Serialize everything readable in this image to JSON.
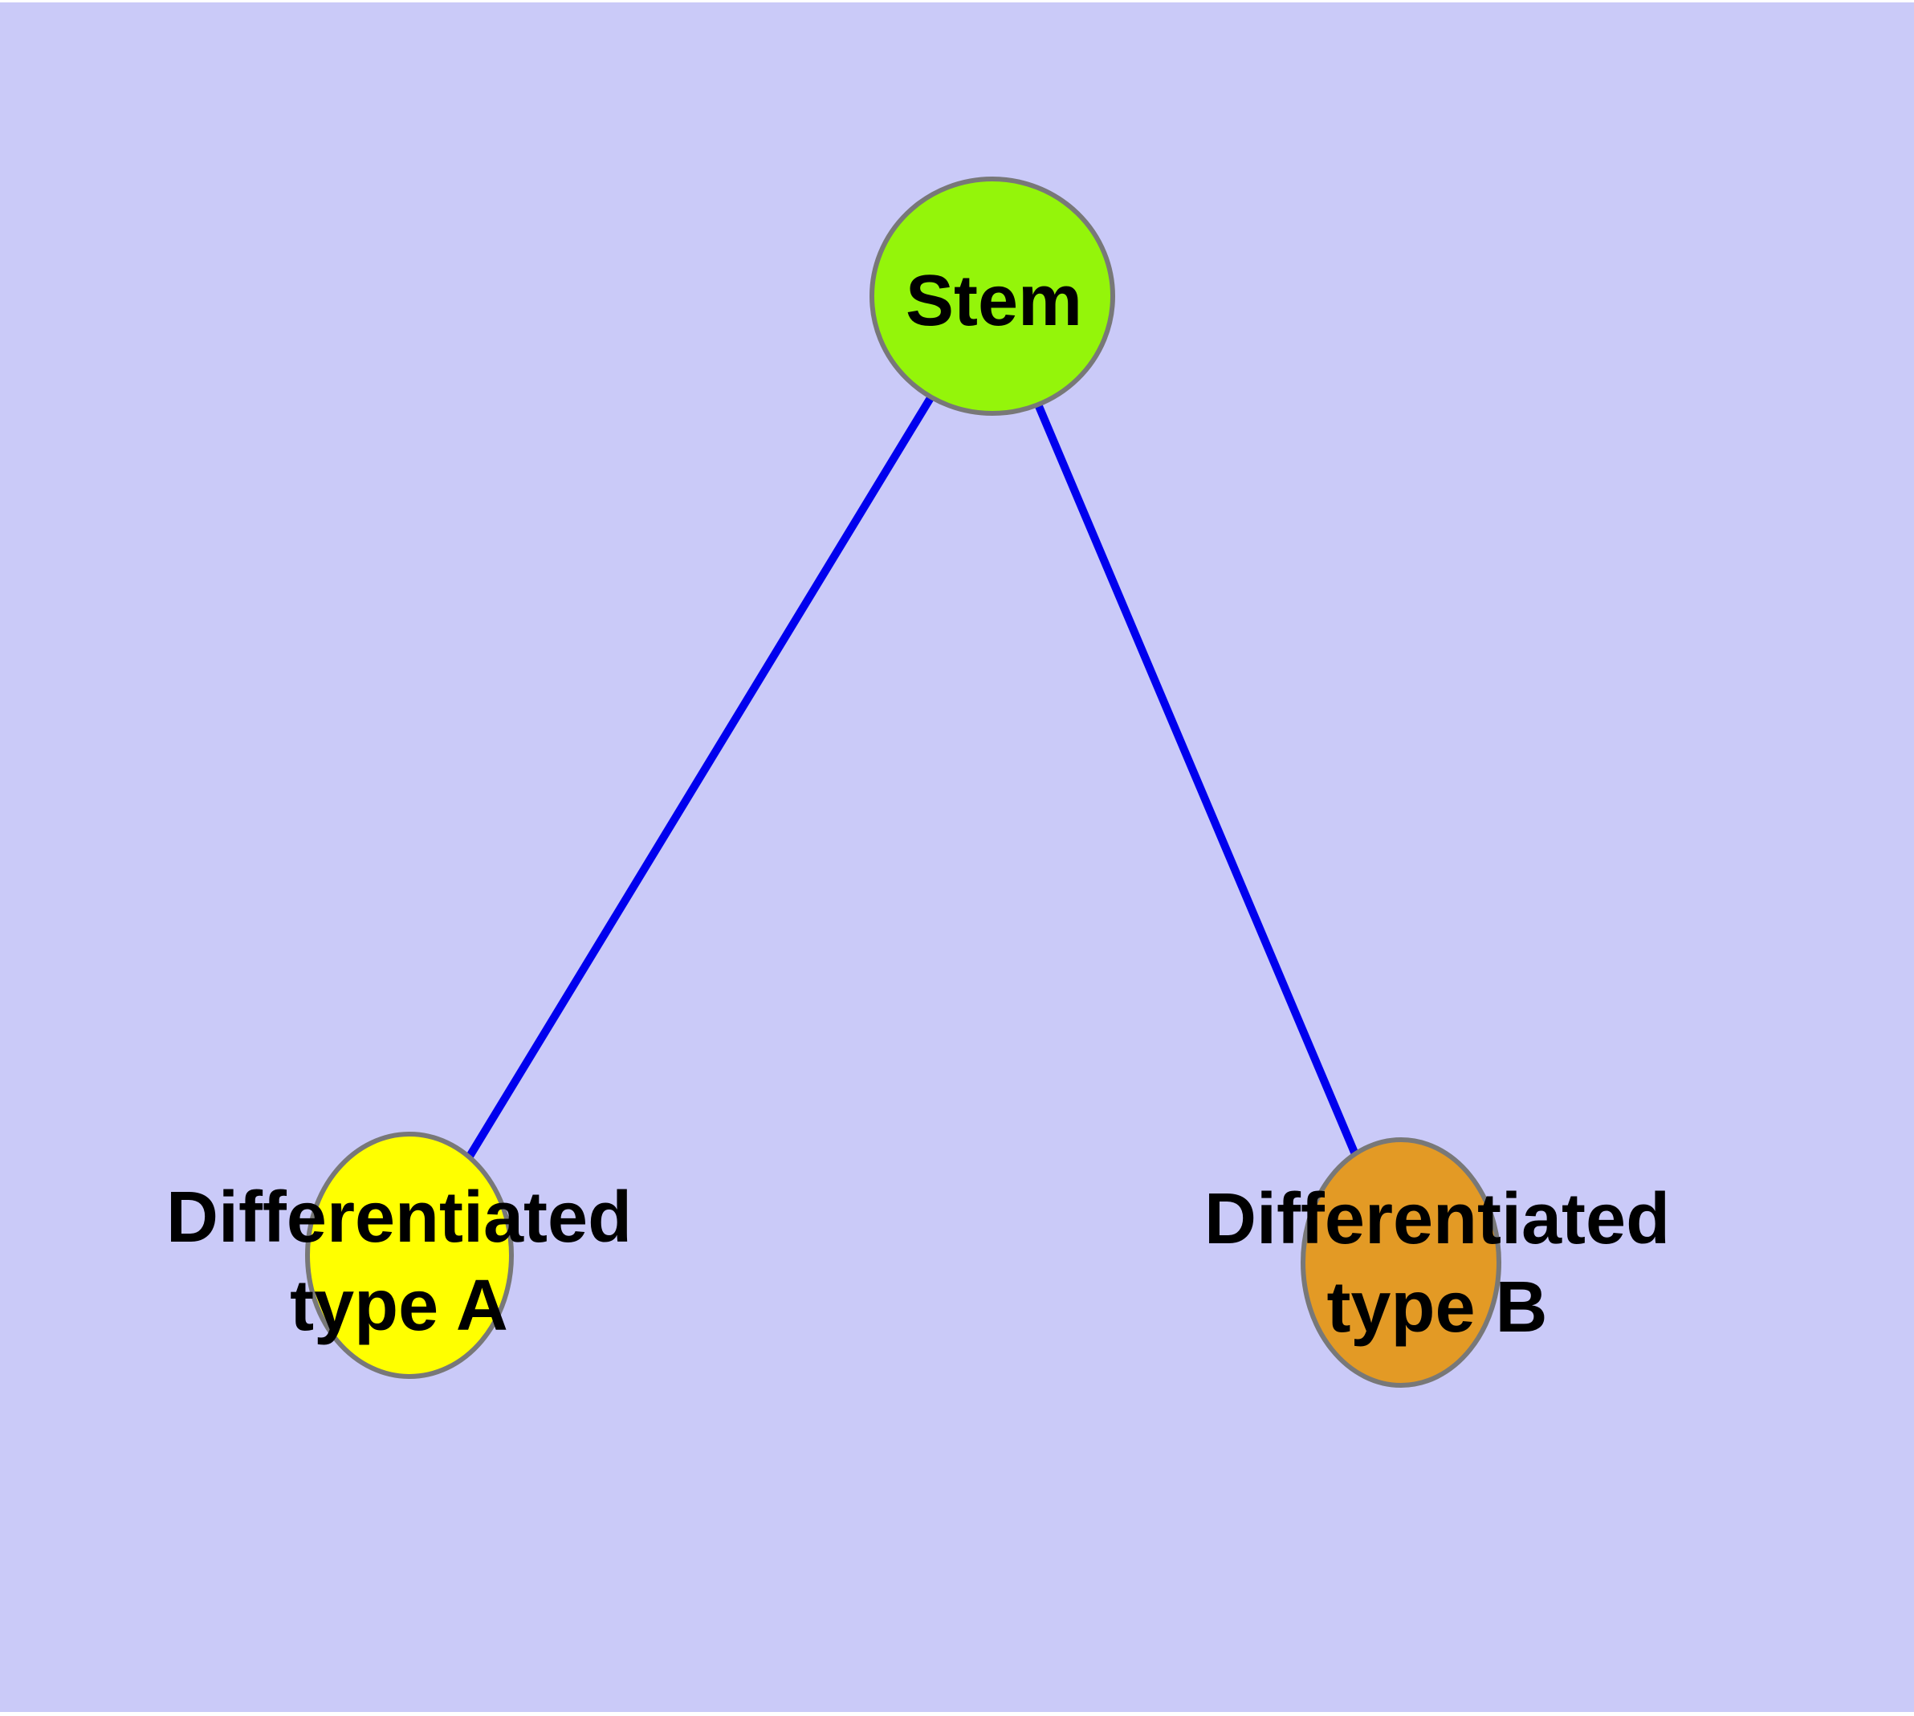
{
  "canvas": {
    "background_color": "#CACAF8",
    "frame_color": "#FFFFFF"
  },
  "graph": {
    "edge_color": "#0000EE",
    "node_border_color": "#787878",
    "text_color": "#000000",
    "nodes": {
      "stem": {
        "label": "Stem",
        "fill": "#94F50A"
      },
      "type_a": {
        "label_line1": "Differentiated",
        "label_line2": "type A",
        "fill": "#FFFF00"
      },
      "type_b": {
        "label_line1": "Differentiated",
        "label_line2": "type B",
        "fill": "#E39A25"
      }
    },
    "edges": [
      {
        "from": "Stem",
        "to": "Differentiated type A"
      },
      {
        "from": "Stem",
        "to": "Differentiated type B"
      }
    ]
  }
}
